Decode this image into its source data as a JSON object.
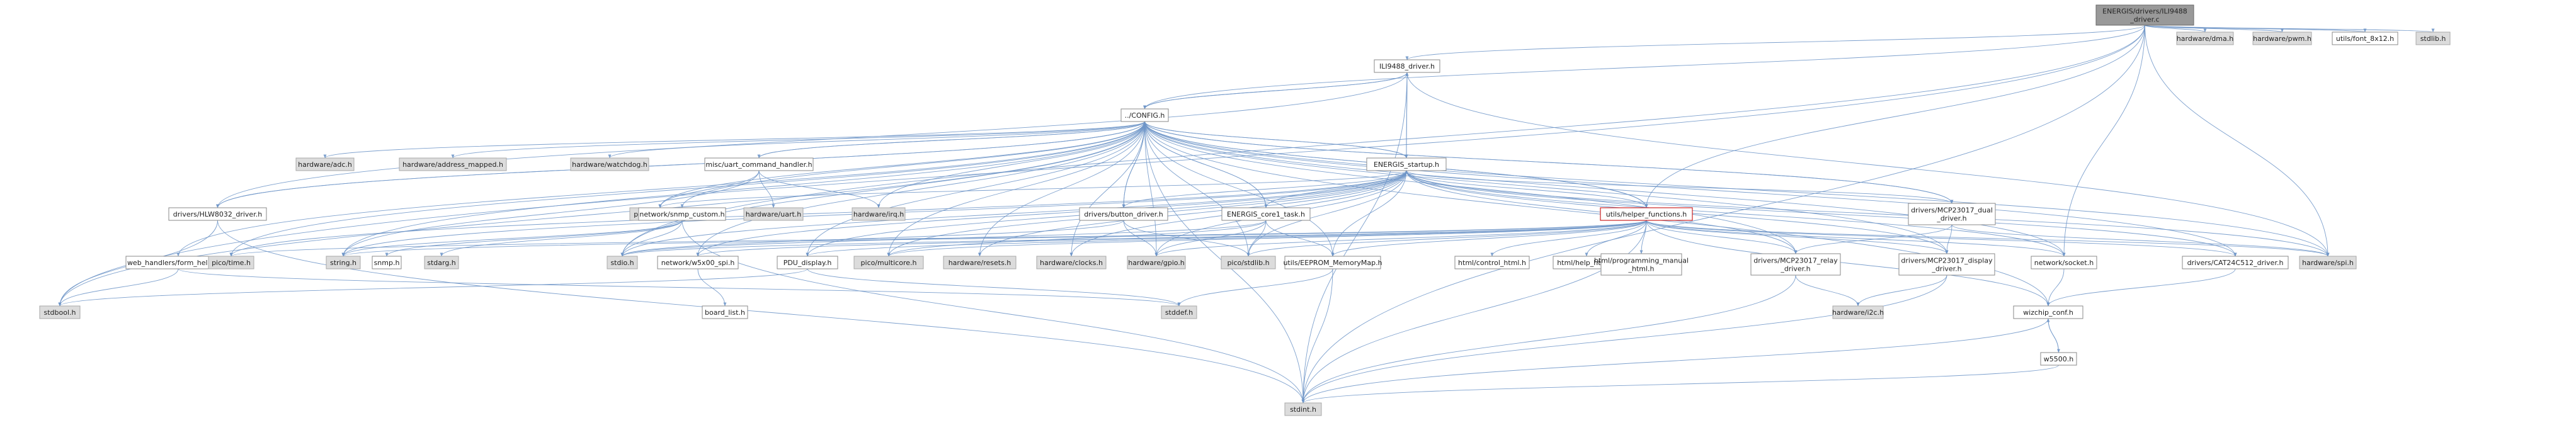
{
  "graph": {
    "colors": {
      "edge": "#6f96c8",
      "node_border": "#8a8a8a",
      "system_fill": "#dcdcdc",
      "root_fill": "#999999",
      "focus_border": "#cc2222"
    },
    "nodes": [
      {
        "id": "root",
        "kind": "root",
        "lines": [
          "ENERGIS/drivers/ILI9488",
          "_driver.c"
        ]
      },
      {
        "id": "hw_dma",
        "kind": "system",
        "lines": [
          "hardware/dma.h"
        ]
      },
      {
        "id": "hw_pwm",
        "kind": "system",
        "lines": [
          "hardware/pwm.h"
        ]
      },
      {
        "id": "font",
        "kind": "plain",
        "lines": [
          "utils/font_8x12.h"
        ]
      },
      {
        "id": "stdlib",
        "kind": "system",
        "lines": [
          "stdlib.h"
        ]
      },
      {
        "id": "ili",
        "kind": "plain",
        "lines": [
          "ILI9488_driver.h"
        ]
      },
      {
        "id": "config",
        "kind": "plain",
        "lines": [
          "../CONFIG.h"
        ]
      },
      {
        "id": "hw_adc",
        "kind": "system",
        "lines": [
          "hardware/adc.h"
        ]
      },
      {
        "id": "hw_addr",
        "kind": "system",
        "lines": [
          "hardware/address_mapped.h"
        ]
      },
      {
        "id": "hw_wdog",
        "kind": "system",
        "lines": [
          "hardware/watchdog.h"
        ]
      },
      {
        "id": "misc_uart",
        "kind": "plain",
        "lines": [
          "misc/uart_command_handler.h"
        ]
      },
      {
        "id": "startup",
        "kind": "plain",
        "lines": [
          "ENERGIS_startup.h"
        ]
      },
      {
        "id": "hlw",
        "kind": "plain",
        "lines": [
          "drivers/HLW8032_driver.h"
        ]
      },
      {
        "id": "pico_boot",
        "kind": "system",
        "lines": [
          "pico/bootrom.h"
        ]
      },
      {
        "id": "hw_uart",
        "kind": "system",
        "lines": [
          "hardware/uart.h"
        ]
      },
      {
        "id": "hw_irq",
        "kind": "system",
        "lines": [
          "hardware/irq.h"
        ]
      },
      {
        "id": "snmp_custom",
        "kind": "plain",
        "lines": [
          "network/snmp_custom.h"
        ]
      },
      {
        "id": "button",
        "kind": "plain",
        "lines": [
          "drivers/button_driver.h"
        ]
      },
      {
        "id": "core1",
        "kind": "plain",
        "lines": [
          "ENERGIS_core1_task.h"
        ]
      },
      {
        "id": "helper",
        "kind": "focus",
        "lines": [
          "utils/helper_functions.h"
        ]
      },
      {
        "id": "mcp_dual",
        "kind": "plain",
        "lines": [
          "drivers/MCP23017_dual",
          "_driver.h"
        ]
      },
      {
        "id": "web",
        "kind": "plain",
        "lines": [
          "web_handlers/form_helpers.h"
        ]
      },
      {
        "id": "pico_time",
        "kind": "system",
        "lines": [
          "pico/time.h"
        ]
      },
      {
        "id": "string",
        "kind": "system",
        "lines": [
          "string.h"
        ]
      },
      {
        "id": "snmp",
        "kind": "plain",
        "lines": [
          "snmp.h"
        ]
      },
      {
        "id": "stdarg",
        "kind": "system",
        "lines": [
          "stdarg.h"
        ]
      },
      {
        "id": "stdio",
        "kind": "system",
        "lines": [
          "stdio.h"
        ]
      },
      {
        "id": "wizspi",
        "kind": "plain",
        "lines": [
          "network/w5x00_spi.h"
        ]
      },
      {
        "id": "pico_mc",
        "kind": "system",
        "lines": [
          "pico/multicore.h"
        ]
      },
      {
        "id": "hw_resets",
        "kind": "system",
        "lines": [
          "hardware/resets.h"
        ]
      },
      {
        "id": "hw_clocks",
        "kind": "system",
        "lines": [
          "hardware/clocks.h"
        ]
      },
      {
        "id": "hw_gpio",
        "kind": "system",
        "lines": [
          "hardware/gpio.h"
        ]
      },
      {
        "id": "pico_stdlib",
        "kind": "system",
        "lines": [
          "pico/stdlib.h"
        ]
      },
      {
        "id": "eeprom",
        "kind": "plain",
        "lines": [
          "utils/EEPROM_MemoryMap.h"
        ]
      },
      {
        "id": "html_ctrl",
        "kind": "plain",
        "lines": [
          "html/control_html.h"
        ]
      },
      {
        "id": "html_help",
        "kind": "plain",
        "lines": [
          "html/help_html.h"
        ]
      },
      {
        "id": "html_prog",
        "kind": "plain",
        "lines": [
          "html/programming_manual",
          "_html.h"
        ]
      },
      {
        "id": "mcp_relay",
        "kind": "plain",
        "lines": [
          "drivers/MCP23017_relay",
          "_driver.h"
        ]
      },
      {
        "id": "mcp_disp",
        "kind": "plain",
        "lines": [
          "drivers/MCP23017_display",
          "_driver.h"
        ]
      },
      {
        "id": "net_sock",
        "kind": "plain",
        "lines": [
          "network/socket.h"
        ]
      },
      {
        "id": "cat24",
        "kind": "plain",
        "lines": [
          "drivers/CAT24C512_driver.h"
        ]
      },
      {
        "id": "hw_spi",
        "kind": "system",
        "lines": [
          "hardware/spi.h"
        ]
      },
      {
        "id": "pdu",
        "kind": "plain",
        "lines": [
          "PDU_display.h"
        ]
      },
      {
        "id": "stdbool",
        "kind": "system",
        "lines": [
          "stdbool.h"
        ]
      },
      {
        "id": "board",
        "kind": "plain",
        "lines": [
          "board_list.h"
        ]
      },
      {
        "id": "stddef",
        "kind": "system",
        "lines": [
          "stddef.h"
        ]
      },
      {
        "id": "hw_i2c",
        "kind": "system",
        "lines": [
          "hardware/i2c.h"
        ]
      },
      {
        "id": "wizconf",
        "kind": "plain",
        "lines": [
          "wizchip_conf.h"
        ]
      },
      {
        "id": "w5500",
        "kind": "plain",
        "lines": [
          "w5500.h"
        ]
      },
      {
        "id": "stdint",
        "kind": "system",
        "lines": [
          "stdint.h"
        ]
      }
    ],
    "edges": [
      [
        "root",
        "hw_dma"
      ],
      [
        "root",
        "hw_pwm"
      ],
      [
        "root",
        "font"
      ],
      [
        "root",
        "stdlib"
      ],
      [
        "root",
        "ili"
      ],
      [
        "root",
        "config"
      ],
      [
        "root",
        "hw_spi"
      ],
      [
        "root",
        "stdint"
      ],
      [
        "root",
        "stdbool"
      ],
      [
        "root",
        "stdio"
      ],
      [
        "root",
        "net_sock"
      ],
      [
        "root",
        "helper"
      ],
      [
        "ili",
        "config"
      ],
      [
        "ili",
        "startup"
      ],
      [
        "ili",
        "hw_spi"
      ],
      [
        "ili",
        "stdint"
      ],
      [
        "ili",
        "hlw"
      ],
      [
        "config",
        "hw_adc"
      ],
      [
        "config",
        "hw_addr"
      ],
      [
        "config",
        "hw_wdog"
      ],
      [
        "config",
        "misc_uart"
      ],
      [
        "config",
        "startup"
      ],
      [
        "config",
        "hlw"
      ],
      [
        "config",
        "pico_boot"
      ],
      [
        "config",
        "hw_irq"
      ],
      [
        "config",
        "snmp_custom"
      ],
      [
        "config",
        "button"
      ],
      [
        "config",
        "core1"
      ],
      [
        "config",
        "helper"
      ],
      [
        "config",
        "mcp_dual"
      ],
      [
        "config",
        "web"
      ],
      [
        "config",
        "pico_time"
      ],
      [
        "config",
        "string"
      ],
      [
        "config",
        "stdio"
      ],
      [
        "config",
        "wizspi"
      ],
      [
        "config",
        "pico_mc"
      ],
      [
        "config",
        "hw_resets"
      ],
      [
        "config",
        "hw_clocks"
      ],
      [
        "config",
        "hw_gpio"
      ],
      [
        "config",
        "pico_stdlib"
      ],
      [
        "config",
        "eeprom"
      ],
      [
        "config",
        "mcp_relay"
      ],
      [
        "config",
        "mcp_disp"
      ],
      [
        "config",
        "net_sock"
      ],
      [
        "config",
        "cat24"
      ],
      [
        "config",
        "hw_spi"
      ],
      [
        "config",
        "pdu"
      ],
      [
        "config",
        "stdbool"
      ],
      [
        "config",
        "wizconf"
      ],
      [
        "config",
        "stdint"
      ],
      [
        "config",
        "ili"
      ],
      [
        "misc_uart",
        "pico_boot"
      ],
      [
        "misc_uart",
        "hw_uart"
      ],
      [
        "misc_uart",
        "hw_irq"
      ],
      [
        "misc_uart",
        "config"
      ],
      [
        "misc_uart",
        "string"
      ],
      [
        "startup",
        "config"
      ],
      [
        "startup",
        "pico_boot"
      ],
      [
        "startup",
        "button"
      ],
      [
        "startup",
        "core1"
      ],
      [
        "startup",
        "helper"
      ],
      [
        "startup",
        "mcp_dual"
      ],
      [
        "startup",
        "pico_time"
      ],
      [
        "startup",
        "string"
      ],
      [
        "startup",
        "stdio"
      ],
      [
        "startup",
        "wizspi"
      ],
      [
        "startup",
        "pico_mc"
      ],
      [
        "startup",
        "hw_resets"
      ],
      [
        "startup",
        "hw_clocks"
      ],
      [
        "startup",
        "hw_gpio"
      ],
      [
        "startup",
        "pico_stdlib"
      ],
      [
        "startup",
        "eeprom"
      ],
      [
        "startup",
        "mcp_relay"
      ],
      [
        "startup",
        "mcp_disp"
      ],
      [
        "startup",
        "net_sock"
      ],
      [
        "startup",
        "cat24"
      ],
      [
        "startup",
        "hw_spi"
      ],
      [
        "startup",
        "pdu"
      ],
      [
        "startup",
        "ili"
      ],
      [
        "hlw",
        "config"
      ],
      [
        "hlw",
        "stdbool"
      ],
      [
        "hlw",
        "stdint"
      ],
      [
        "snmp_custom",
        "snmp"
      ],
      [
        "snmp_custom",
        "stdarg"
      ],
      [
        "snmp_custom",
        "stdio"
      ],
      [
        "snmp_custom",
        "string"
      ],
      [
        "snmp_custom",
        "stdint"
      ],
      [
        "button",
        "config"
      ],
      [
        "button",
        "hw_gpio"
      ],
      [
        "button",
        "pico_stdlib"
      ],
      [
        "button",
        "stdio"
      ],
      [
        "core1",
        "config"
      ],
      [
        "core1",
        "pico_mc"
      ],
      [
        "core1",
        "hw_gpio"
      ],
      [
        "core1",
        "pico_stdlib"
      ],
      [
        "core1",
        "stdio"
      ],
      [
        "core1",
        "eeprom"
      ],
      [
        "helper",
        "config"
      ],
      [
        "helper",
        "html_ctrl"
      ],
      [
        "helper",
        "html_help"
      ],
      [
        "helper",
        "html_prog"
      ],
      [
        "helper",
        "mcp_relay"
      ],
      [
        "helper",
        "mcp_disp"
      ],
      [
        "helper",
        "net_sock"
      ],
      [
        "helper",
        "cat24"
      ],
      [
        "helper",
        "wizspi"
      ],
      [
        "helper",
        "pico_mc"
      ],
      [
        "helper",
        "stdio"
      ],
      [
        "helper",
        "string"
      ],
      [
        "helper",
        "pdu"
      ],
      [
        "helper",
        "eeprom"
      ],
      [
        "helper",
        "hw_spi"
      ],
      [
        "helper",
        "wizconf"
      ],
      [
        "helper",
        "stdint"
      ],
      [
        "helper",
        "hw_gpio"
      ],
      [
        "helper",
        "pico_stdlib"
      ],
      [
        "helper",
        "pico_time"
      ],
      [
        "mcp_dual",
        "config"
      ],
      [
        "mcp_dual",
        "mcp_relay"
      ],
      [
        "mcp_dual",
        "mcp_disp"
      ],
      [
        "mcp_dual",
        "hw_spi"
      ],
      [
        "web",
        "stdbool"
      ],
      [
        "web",
        "stddef"
      ],
      [
        "wizspi",
        "board"
      ],
      [
        "pdu",
        "stdbool"
      ],
      [
        "pdu",
        "stddef"
      ],
      [
        "eeprom",
        "stdint"
      ],
      [
        "eeprom",
        "stddef"
      ],
      [
        "mcp_relay",
        "hw_i2c"
      ],
      [
        "mcp_relay",
        "stdint"
      ],
      [
        "mcp_disp",
        "hw_i2c"
      ],
      [
        "mcp_disp",
        "stdint"
      ],
      [
        "net_sock",
        "wizconf"
      ],
      [
        "cat24",
        "wizconf"
      ],
      [
        "wizconf",
        "stdint"
      ],
      [
        "wizconf",
        "w5500"
      ],
      [
        "w5500",
        "wizconf"
      ],
      [
        "w5500",
        "stdint"
      ]
    ]
  }
}
